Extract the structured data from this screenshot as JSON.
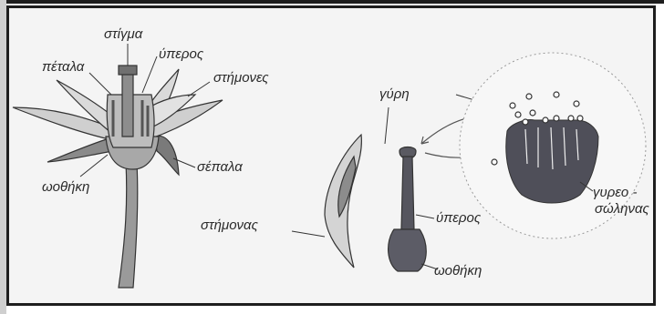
{
  "labels": {
    "stigma": "στίγμα",
    "petala": "πέταλα",
    "yperos_top": "ύπερος",
    "stimones": "στήμονες",
    "sepala": "σέπαλα",
    "wothiki_left": "ωοθήκη",
    "giri": "γύρη",
    "stimonas": "στήμονας",
    "yperos_mid": "ύπερος",
    "wothiki_right": "ωοθήκη",
    "gyreo_line1": "γυρεο -",
    "gyreo_line2": "σώληνας"
  },
  "colors": {
    "background": "#f4f4f4",
    "frame": "#1e1e1e",
    "label": "#2a2a2a",
    "line": "#333333",
    "organ_dark": "#4f4f59",
    "flower_light": "#d9d9d9"
  }
}
